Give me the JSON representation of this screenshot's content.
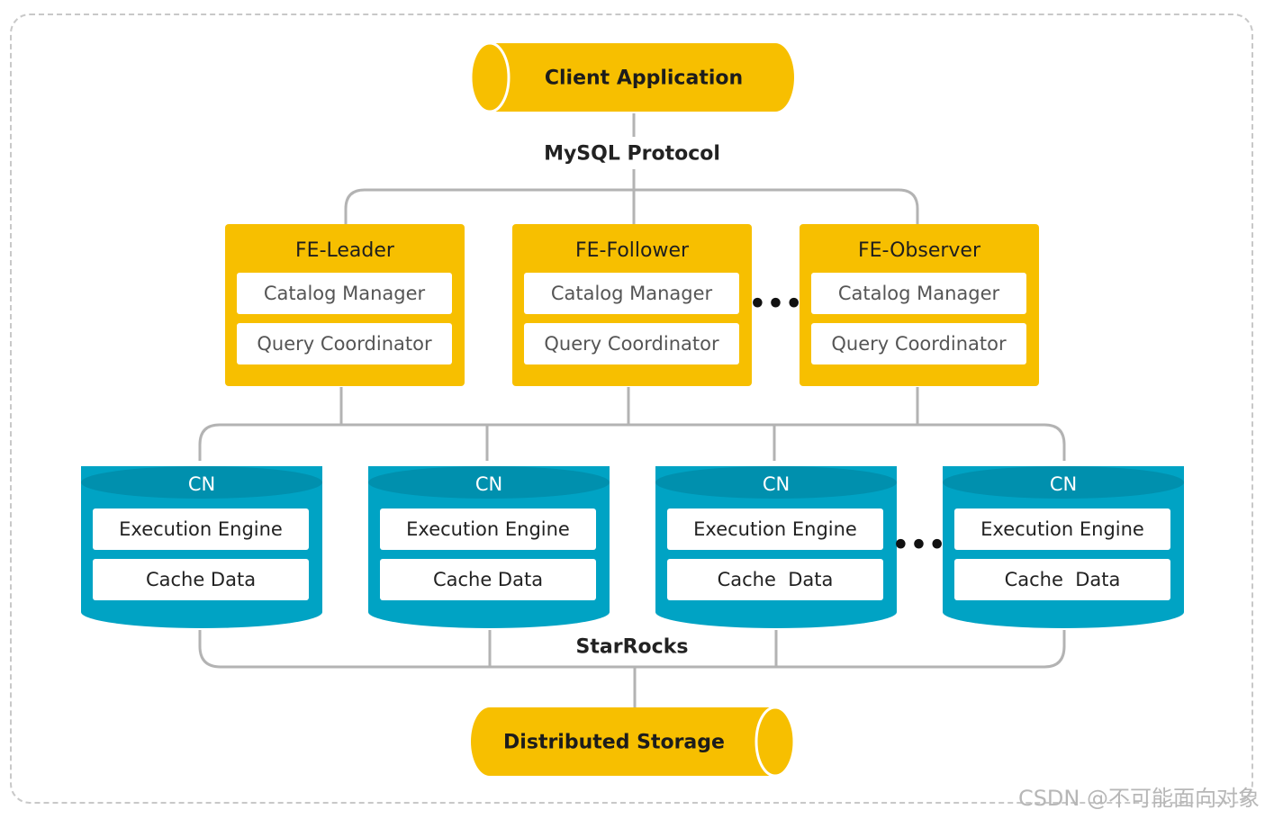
{
  "client": {
    "label": "Client Application"
  },
  "protocol": {
    "label": "MySQL Protocol"
  },
  "fe_nodes": [
    {
      "title": "FE-Leader",
      "items": [
        "Catalog Manager",
        "Query Coordinator"
      ]
    },
    {
      "title": "FE-Follower",
      "items": [
        "Catalog Manager",
        "Query Coordinator"
      ]
    },
    {
      "title": "FE-Observer",
      "items": [
        "Catalog Manager",
        "Query Coordinator"
      ]
    }
  ],
  "cn_nodes": [
    {
      "title": "CN",
      "items": [
        "Execution Engine",
        "Cache Data"
      ]
    },
    {
      "title": "CN",
      "items": [
        "Execution Engine",
        "Cache Data"
      ]
    },
    {
      "title": "CN",
      "items": [
        "Execution Engine",
        "Cache  Data"
      ]
    },
    {
      "title": "CN",
      "items": [
        "Execution Engine",
        "Cache  Data"
      ]
    }
  ],
  "cluster": {
    "label": "StarRocks"
  },
  "storage": {
    "label": "Distributed Storage"
  },
  "ellipsis": "•••",
  "watermark": "CSDN @不可能面向对象",
  "colors": {
    "yellow": "#f7bf00",
    "teal": "#00a3c4",
    "teal_dark": "#0090ae",
    "line": "#b3b3b3"
  }
}
